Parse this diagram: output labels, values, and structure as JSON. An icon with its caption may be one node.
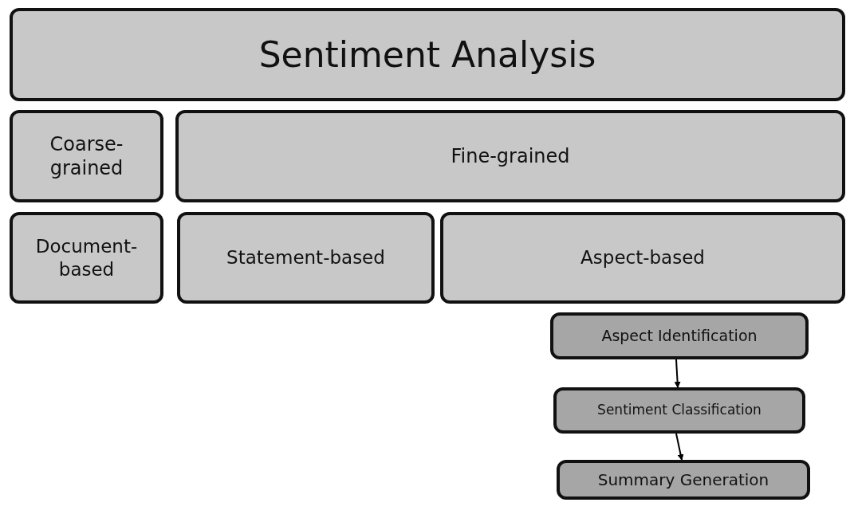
{
  "diagram": {
    "nodes": [
      {
        "text": [
          "Sentiment Analysis"
        ]
      },
      {
        "text": [
          "Coarse-grained"
        ]
      },
      {
        "text": [
          "Fine-grained"
        ]
      },
      {
        "text": [
          "Document-based"
        ]
      },
      {
        "text": [
          "Statement-based"
        ]
      },
      {
        "text": [
          "Aspect-based"
        ]
      },
      {
        "text": [
          "Aspect Identification"
        ]
      },
      {
        "text": [
          "Sentiment Classification"
        ]
      },
      {
        "text": [
          "Summary Generation"
        ]
      }
    ],
    "edges": [
      {
        "from": 6,
        "to": 7,
        "arrow": "to"
      },
      {
        "from": 7,
        "to": 8,
        "arrow": "to"
      }
    ]
  }
}
